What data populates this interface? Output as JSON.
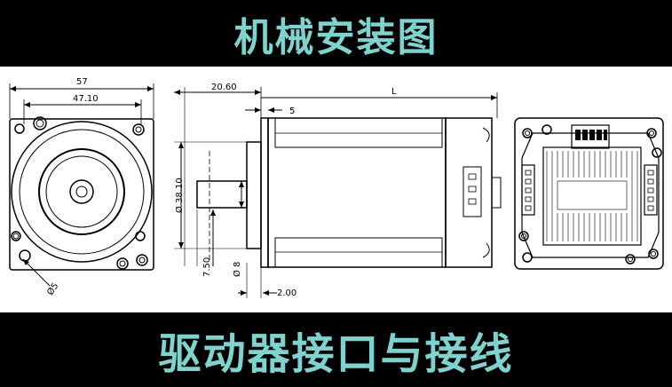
{
  "header": {
    "title": "机械安装图"
  },
  "footer": {
    "title": "驱动器接口与接线"
  },
  "dimensions": {
    "width": "57",
    "hole_spacing": "47.10",
    "flange_offset": "20.60",
    "length": "L",
    "boss_depth": "5",
    "pilot_diameter": "Ø 38.10",
    "shaft_diameter": "Ø 8",
    "shaft_flat": "7.50",
    "flange_thickness": "2.00",
    "hole_diameter": "Ø5"
  },
  "colors": {
    "banner_bg": "#000000",
    "banner_text": "#7fd3cf",
    "line": "#000000"
  }
}
